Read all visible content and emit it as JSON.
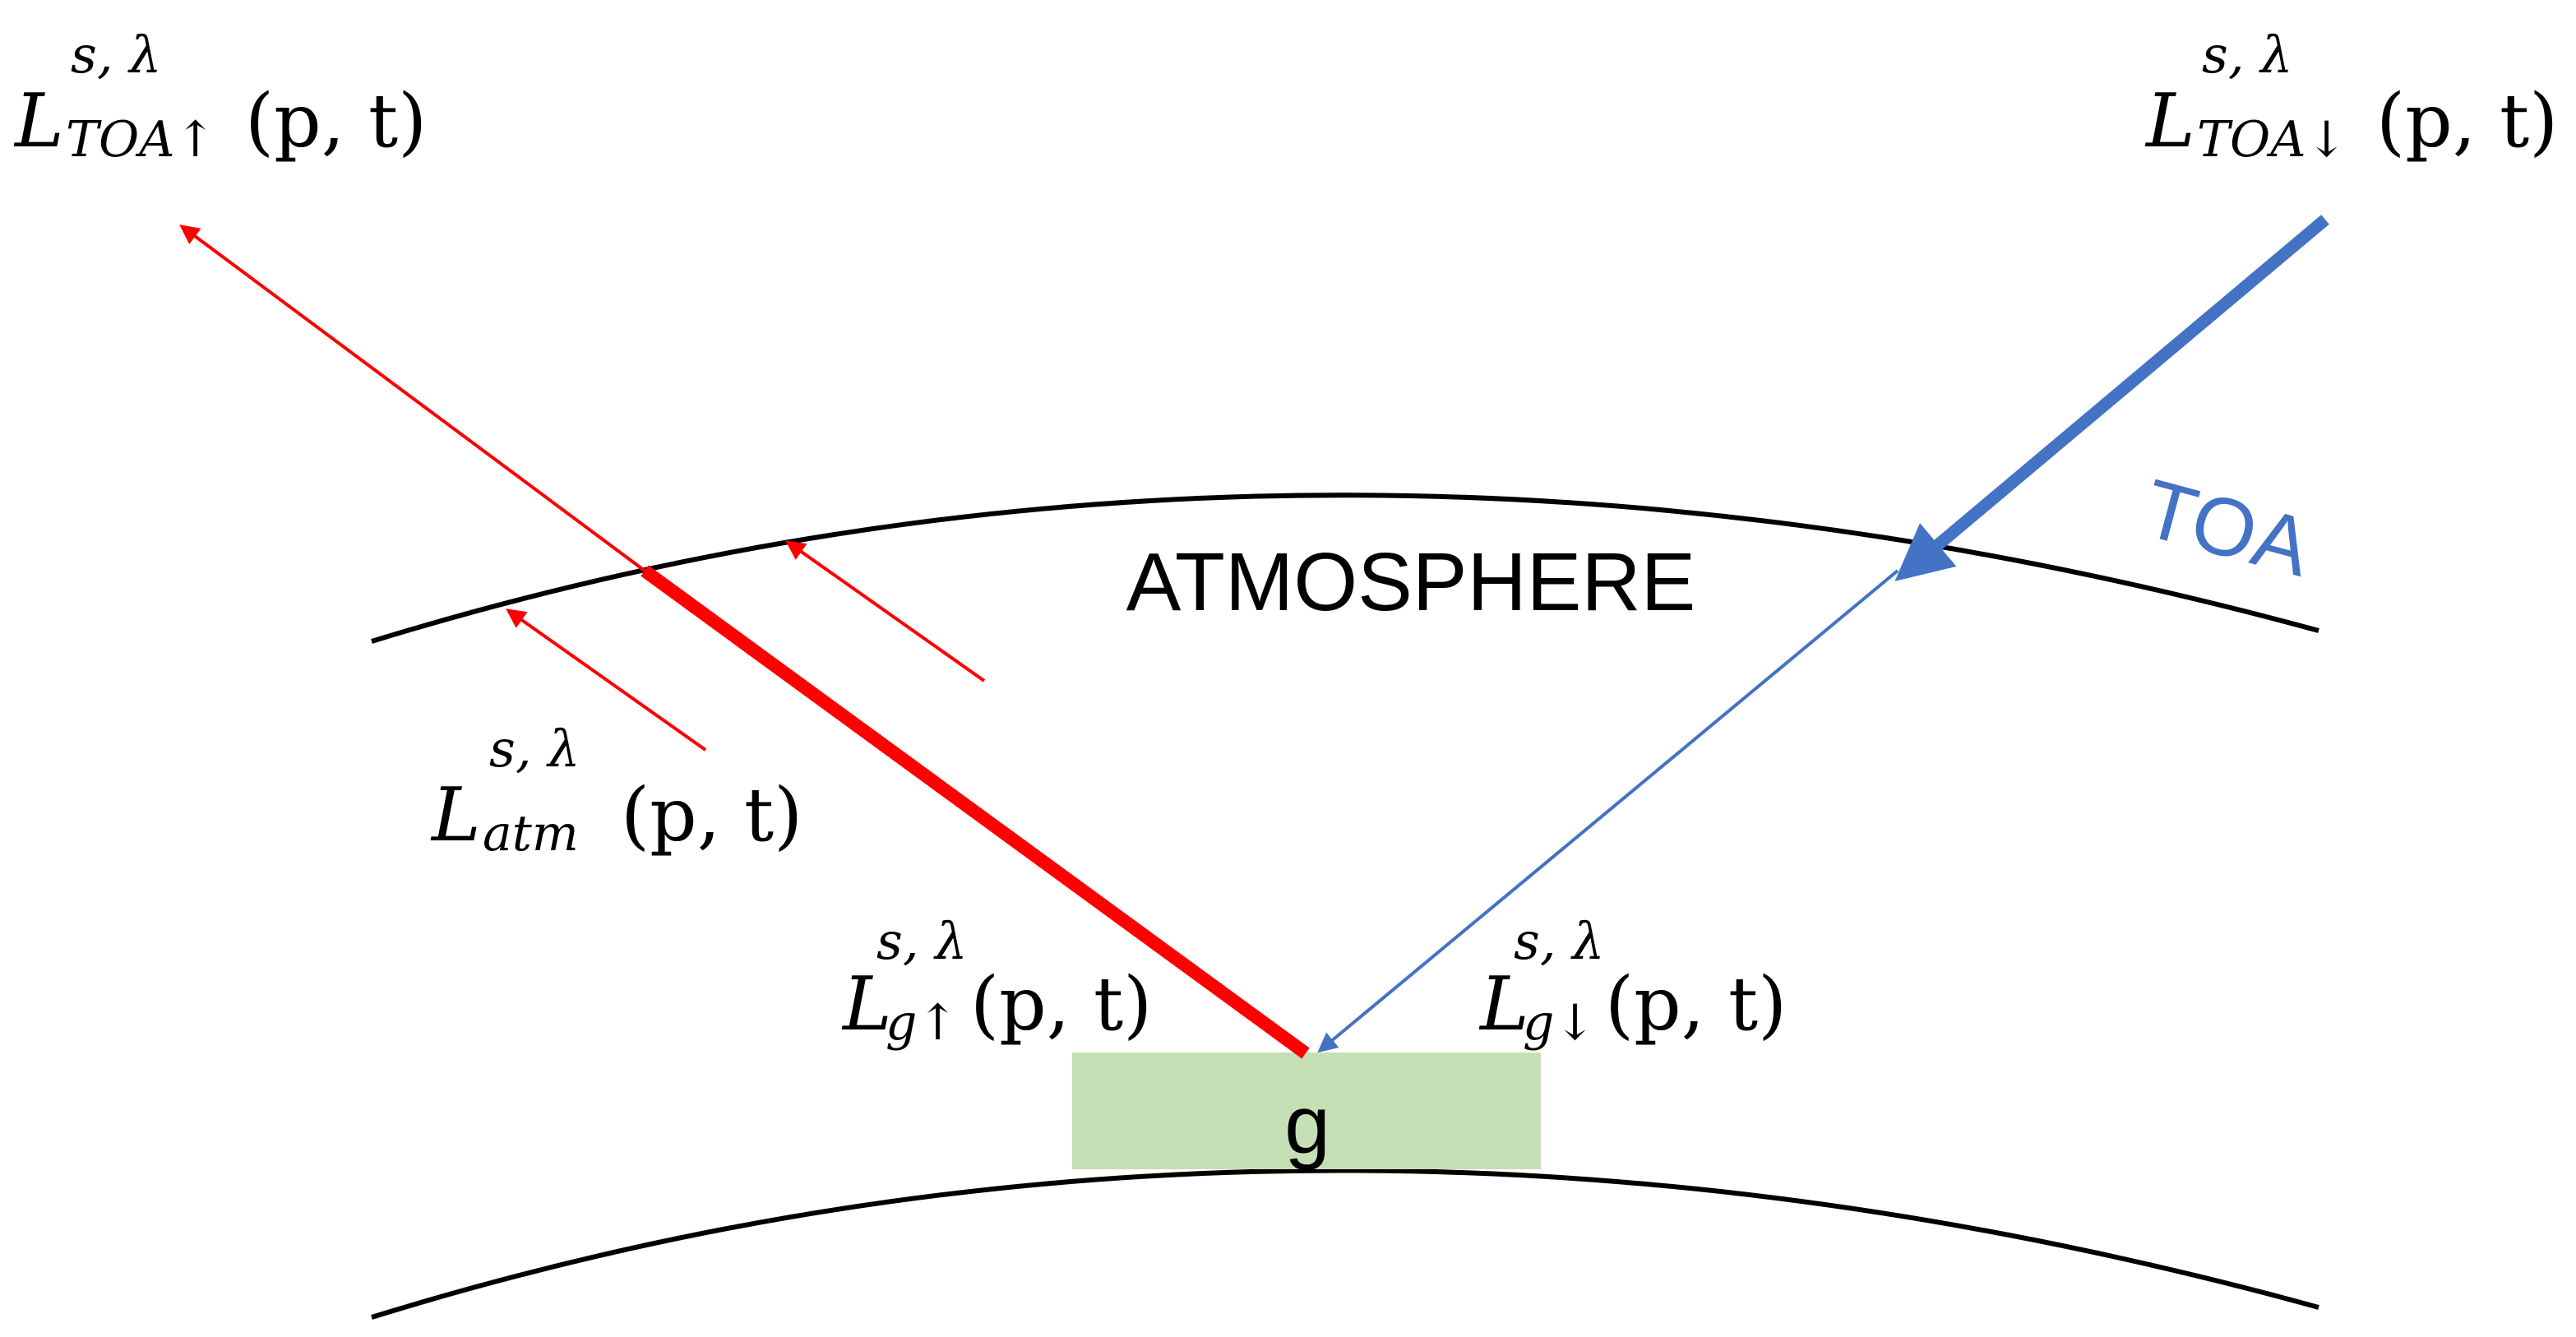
{
  "colors": {
    "background": "#ffffff",
    "outline": "#000000",
    "upwelling": "#ff0000",
    "downwelling": "#4472c4",
    "ground_patch": "#c5e0b4"
  },
  "labels": {
    "atmosphere": "ATMOSPHERE",
    "toa": "TOA",
    "ground": "g"
  },
  "equations": {
    "toa_up": {
      "base": "L",
      "sup": "s, λ",
      "sub": "TOA↑",
      "args": "(p, t)"
    },
    "toa_down": {
      "base": "L",
      "sup": "s, λ",
      "sub": "TOA↓",
      "args": "(p, t)"
    },
    "atm": {
      "base": "L",
      "sup": "s, λ",
      "sub": "atm",
      "args": "(p, t)"
    },
    "ground_up": {
      "base": "L",
      "sup": "s, λ",
      "sub": "g↑",
      "args": "(p, t)"
    },
    "ground_down": {
      "base": "L",
      "sup": "s, λ",
      "sub": "g↓",
      "args": "(p, t)"
    }
  },
  "icons": {
    "arrowhead": "triangle-arrowhead-icon"
  }
}
